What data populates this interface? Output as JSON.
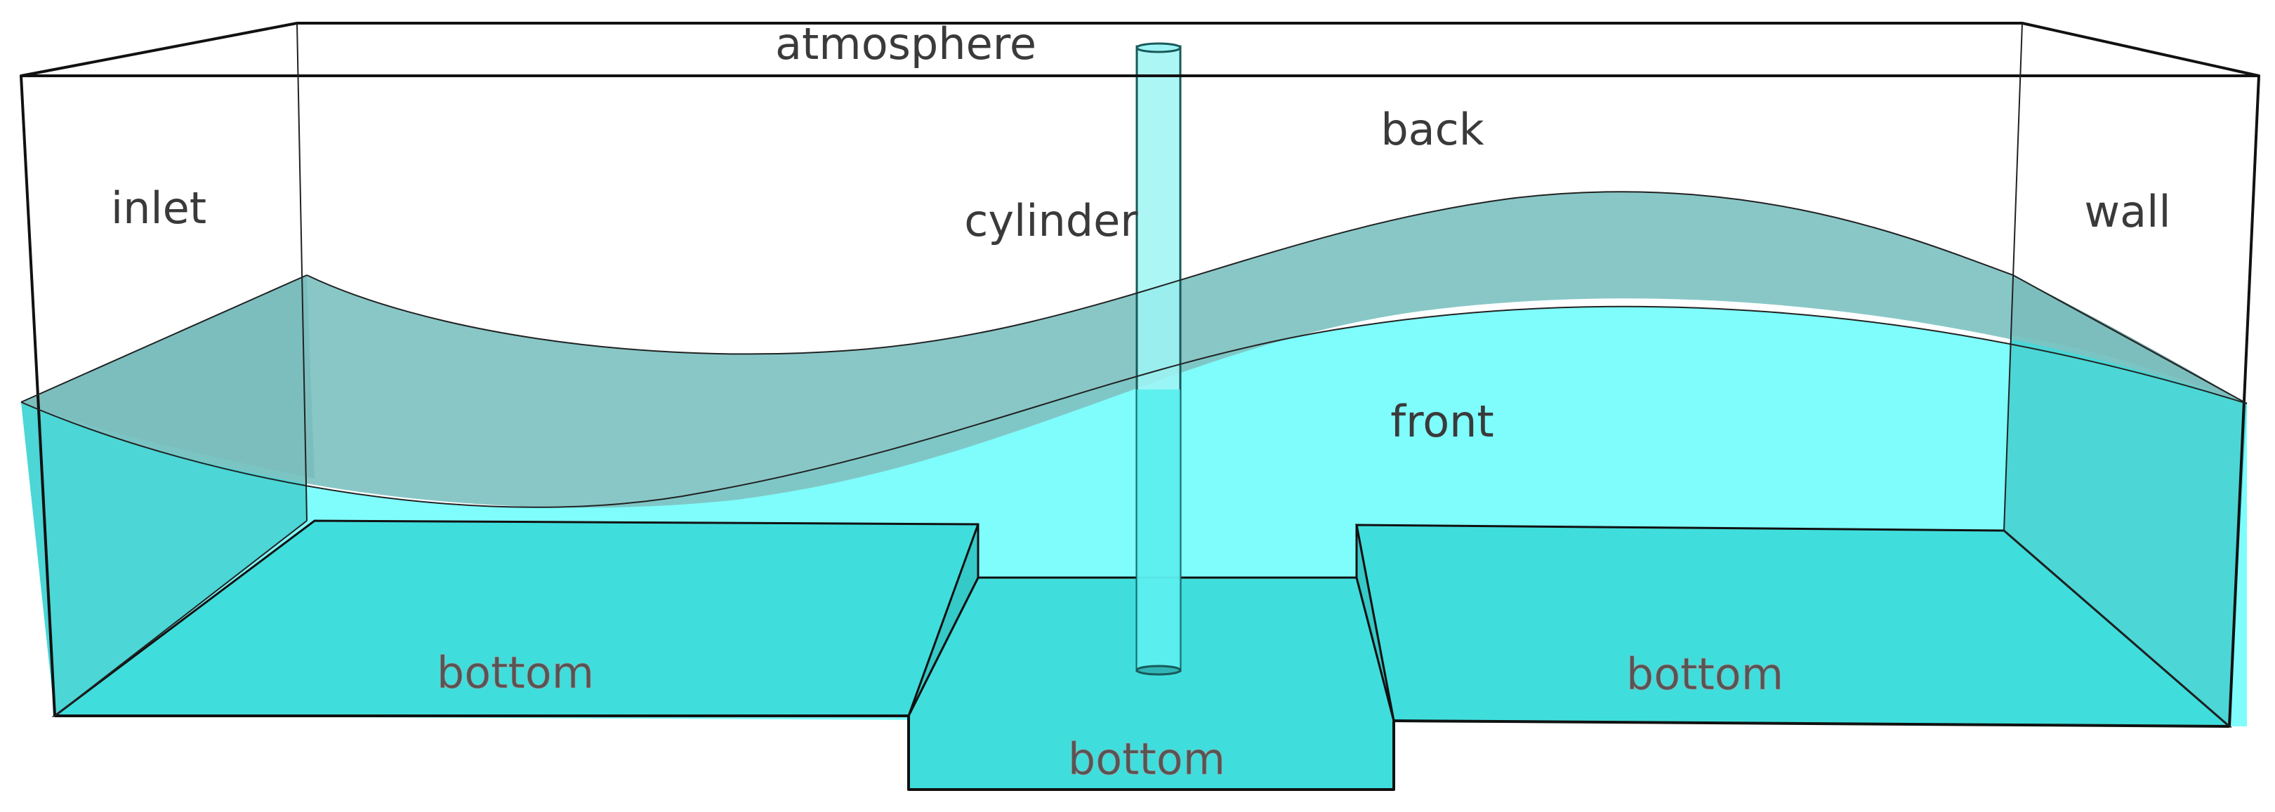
{
  "labels": {
    "atmosphere": "atmosphere",
    "back": "back",
    "inlet": "inlet",
    "cylinder": "cylinder",
    "wall": "wall",
    "front": "front",
    "bottom_left": "bottom",
    "bottom_right": "bottom",
    "bottom_center": "bottom"
  },
  "colors": {
    "water": "#7ffcfc",
    "water_side": "#4cd6d6",
    "floor": "#3fdedd",
    "free_surface": "#7fc2c2",
    "inlet_face": "#5f8c8c",
    "cylinder": "#9ff5f5",
    "cylinder_submerged": "#44ecec",
    "edge": "#111111"
  }
}
